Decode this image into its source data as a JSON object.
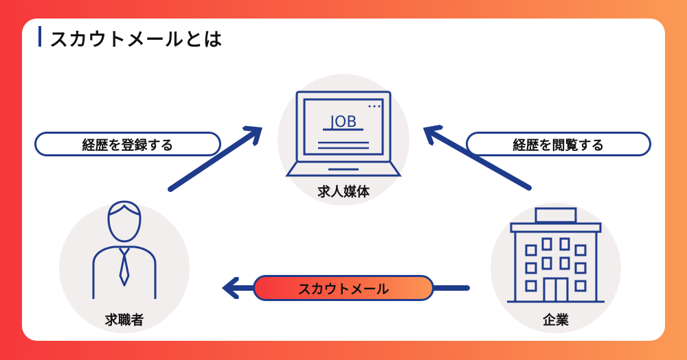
{
  "title": "スカウトメールとは",
  "nodes": {
    "media": {
      "label": "求人媒体",
      "screen_text": "JOB"
    },
    "seeker": {
      "label": "求職者"
    },
    "company": {
      "label": "企業"
    }
  },
  "edges": {
    "register": "経歴を登録する",
    "browse": "経歴を閲覧する",
    "scout": "スカウトメール"
  },
  "colors": {
    "accent": "#1f3b8c",
    "background_gradient": [
      "#f6383b",
      "#fb9a55"
    ],
    "node_circle": "#f2eeed"
  }
}
